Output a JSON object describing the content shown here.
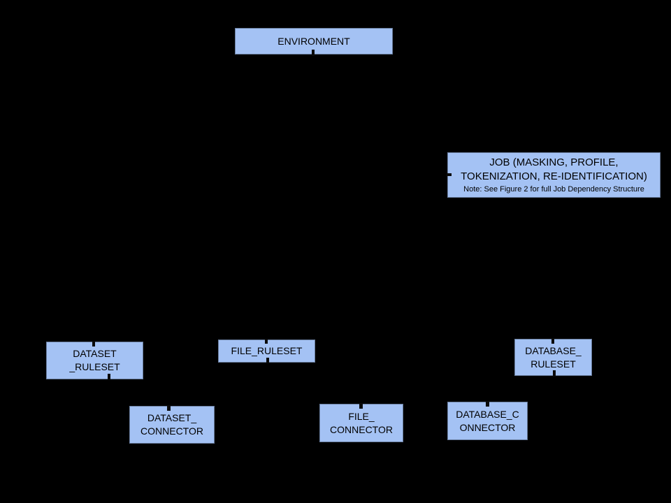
{
  "colors": {
    "background": "#000000",
    "node_fill": "#a4c2f4",
    "text": "#000000"
  },
  "diagram": {
    "kind": "object-hierarchy-diagram",
    "nodes": {
      "environment": {
        "label": "ENVIRONMENT"
      },
      "job": {
        "line1": "JOB (MASKING, PROFILE,",
        "line2": "TOKENIZATION, RE-IDENTIFICATION)",
        "note": "Note: See Figure 2 for full Job Dependency Structure"
      },
      "dataset_ruleset": {
        "line1": "DATASET",
        "line2": "_RULESET"
      },
      "file_ruleset": {
        "line1": "FILE_RULESET"
      },
      "database_ruleset": {
        "line1": "DATABASE_",
        "line2": "RULESET"
      },
      "dataset_connector": {
        "line1": "DATASET_",
        "line2": "CONNECTOR"
      },
      "file_connector": {
        "line1": "FILE_",
        "line2": "CONNECTOR"
      },
      "database_connector": {
        "line1": "DATABASE_C",
        "line2": "ONNECTOR"
      }
    }
  }
}
